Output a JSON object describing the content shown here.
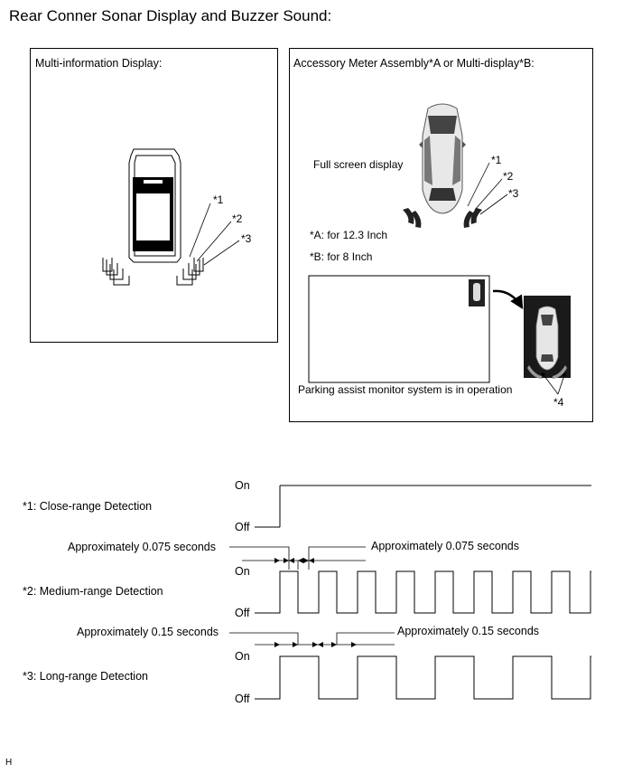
{
  "title": "Rear Conner Sonar Display and Buzzer Sound:",
  "left_panel": {
    "label": "Multi-information Display:",
    "callouts": [
      "*1",
      "*2",
      "*3"
    ]
  },
  "right_panel": {
    "label": "Accessory Meter Assembly*A or Multi-display*B:",
    "full_screen": "Full screen display",
    "callouts": [
      "*1",
      "*2",
      "*3"
    ],
    "note_a": "*A: for 12.3 Inch",
    "note_b": "*B: for 8 Inch",
    "status": "Parking assist monitor system is in operation",
    "callout_4": "*4"
  },
  "timing": {
    "on_label": "On",
    "off_label": "Off",
    "rows": [
      {
        "name": "*1: Close-range Detection"
      },
      {
        "name": "*2: Medium-range Detection",
        "interval_left": "Approximately 0.075 seconds",
        "interval_right": "Approximately 0.075 seconds"
      },
      {
        "name": "*3: Long-range Detection",
        "interval_left": "Approximately 0.15 seconds",
        "interval_right": "Approximately 0.15 seconds"
      }
    ]
  },
  "corner_mark": "H"
}
